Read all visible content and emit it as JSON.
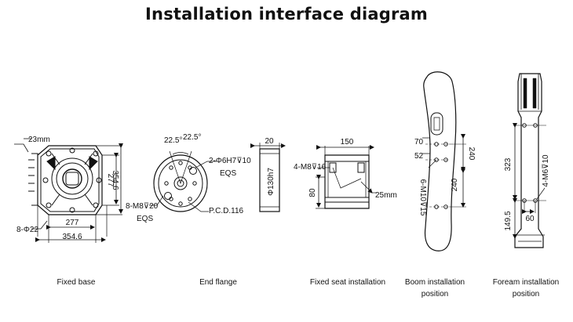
{
  "title": "Installation interface diagram",
  "captions": {
    "fixed_base": "Fixed base",
    "end_flange": "End flange",
    "fixed_seat": "Fixed seat installation",
    "boom": "Boom installation position",
    "forearm_line1": "Foream installation",
    "forearm_line2": "position"
  },
  "fixed_base": {
    "d23": "23mm",
    "d277_right": "277",
    "d3546_right": "354.6",
    "holes": "8-Φ22",
    "d277_bottom": "277",
    "d3546_bottom": "354.6"
  },
  "end_flange": {
    "angle1": "22.5°",
    "angle2": "22.5°",
    "pin": "2-Φ6H7",
    "pin_depth": "10",
    "eqs1": "EQS",
    "thread": "8-M8",
    "thread_depth": "20",
    "eqs2": "EQS",
    "pcd": "P.C.D.116",
    "width": "20",
    "dia": "Φ130h7"
  },
  "fixed_seat": {
    "width": "150",
    "thread": "4-M8",
    "thread_depth": "16",
    "height": "80",
    "offset": "25mm"
  },
  "boom": {
    "d70": "70",
    "d52": "52",
    "d240a": "240",
    "d240b": "240",
    "thread": "6-M10",
    "thread_depth": "15"
  },
  "forearm": {
    "d323": "323",
    "thread": "4-M6",
    "thread_depth": "10",
    "d1495": "149.5",
    "d60": "60"
  }
}
